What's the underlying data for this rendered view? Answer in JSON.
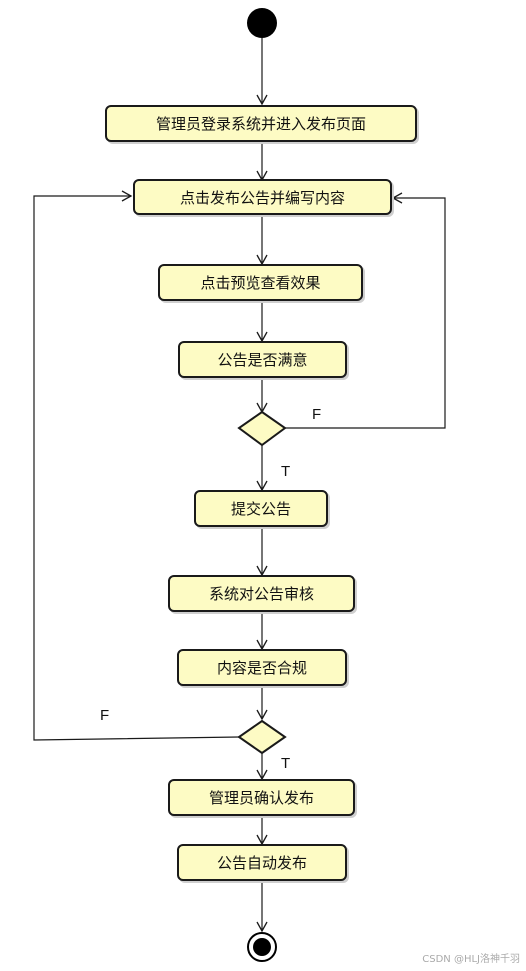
{
  "activities": {
    "login": "管理员登录系统并进入发布页面",
    "write": "点击发布公告并编写内容",
    "preview": "点击预览查看效果",
    "satisfied": "公告是否满意",
    "submit": "提交公告",
    "review": "系统对公告审核",
    "compliant": "内容是否合规",
    "confirm": "管理员确认发布",
    "auto_publish": "公告自动发布"
  },
  "guards": {
    "satisfied_false": "F",
    "satisfied_true": "T",
    "compliant_false": "F",
    "compliant_true": "T"
  },
  "watermark": "CSDN @HLJ洛神千羽",
  "colors": {
    "activity_fill": "#fdfbc4",
    "decision_fill": "#fdfbc4",
    "stroke": "#1a1a1a",
    "start_node": "#000000"
  }
}
